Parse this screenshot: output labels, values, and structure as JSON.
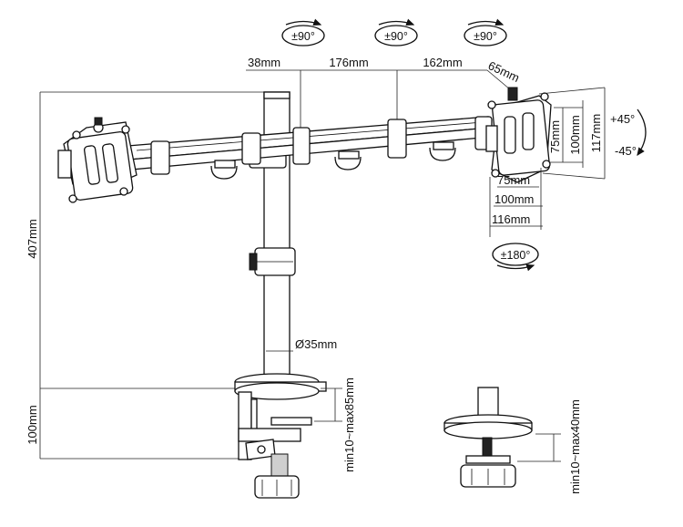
{
  "rotation_badges": {
    "arm_left": "±90°",
    "arm_mid": "±90°",
    "arm_right": "±90°",
    "bottom": "±180°"
  },
  "dimensions": {
    "offset_top": "38mm",
    "arm_inner": "176mm",
    "arm_outer": "162mm",
    "plate_offset": "65mm",
    "height_total": "407mm",
    "height_base": "100mm",
    "pole_diameter": "Ø35mm",
    "vesa_h_small": "75mm",
    "vesa_h_large": "100mm",
    "plate_h": "117mm",
    "vesa_w_small": "75mm",
    "vesa_w_large": "100mm",
    "plate_w": "116mm",
    "clamp_range": "min10~max85mm",
    "grommet_range": "min10~max40mm"
  },
  "tilt": {
    "up": "+45°",
    "down": "-45°"
  }
}
